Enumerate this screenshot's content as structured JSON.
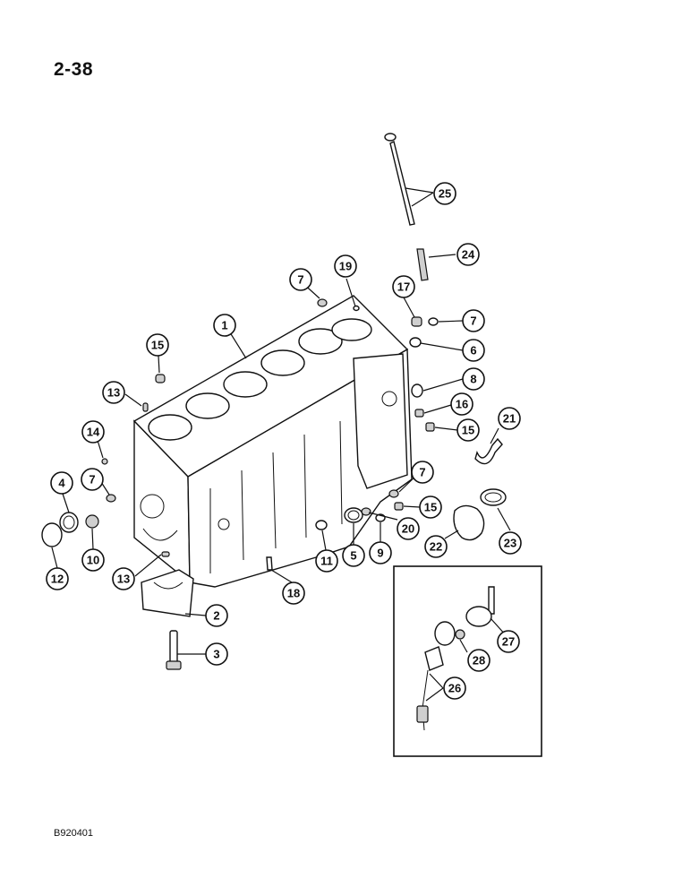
{
  "page": {
    "number": "2-38",
    "figure_code": "B920401"
  },
  "callouts": [
    {
      "n": "1"
    },
    {
      "n": "2"
    },
    {
      "n": "3"
    },
    {
      "n": "4"
    },
    {
      "n": "5"
    },
    {
      "n": "6"
    },
    {
      "n": "7"
    },
    {
      "n": "7"
    },
    {
      "n": "7"
    },
    {
      "n": "7"
    },
    {
      "n": "8"
    },
    {
      "n": "9"
    },
    {
      "n": "10"
    },
    {
      "n": "11"
    },
    {
      "n": "12"
    },
    {
      "n": "13"
    },
    {
      "n": "13"
    },
    {
      "n": "14"
    },
    {
      "n": "15"
    },
    {
      "n": "15"
    },
    {
      "n": "15"
    },
    {
      "n": "16"
    },
    {
      "n": "17"
    },
    {
      "n": "18"
    },
    {
      "n": "19"
    },
    {
      "n": "20"
    },
    {
      "n": "21"
    },
    {
      "n": "22"
    },
    {
      "n": "23"
    },
    {
      "n": "24"
    },
    {
      "n": "25"
    },
    {
      "n": "26"
    },
    {
      "n": "27"
    },
    {
      "n": "28"
    }
  ]
}
